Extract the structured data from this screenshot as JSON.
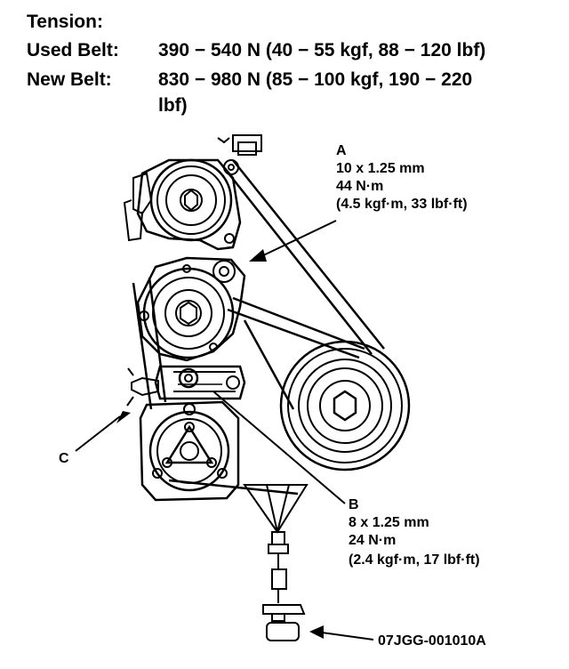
{
  "tension": {
    "heading": "Tension:",
    "used_label": "Used Belt:",
    "used_value": "390 − 540 N (40 − 55 kgf, 88 − 120 lbf)",
    "new_label": "New Belt:",
    "new_value_line1": "830 − 980 N (85 − 100 kgf, 190 − 220",
    "new_value_line2": "lbf)"
  },
  "callouts": {
    "a": {
      "letter": "A",
      "size": "10 x 1.25 mm",
      "torque": "44 N·m",
      "torque_alt": "(4.5 kgf·m, 33 lbf·ft)"
    },
    "b": {
      "letter": "B",
      "size": "8 x 1.25 mm",
      "torque": "24 N·m",
      "torque_alt": "(2.4 kgf·m, 17 lbf·ft)"
    },
    "c": {
      "letter": "C"
    }
  },
  "tool": {
    "part_number": "07JGG-001010A"
  }
}
